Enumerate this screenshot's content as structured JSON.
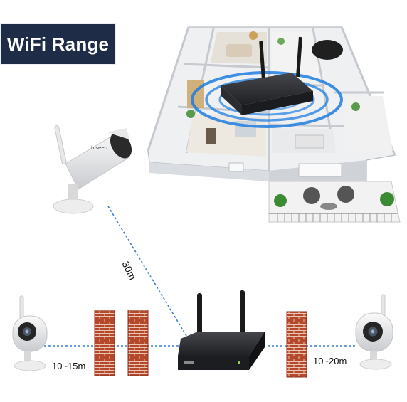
{
  "banner": {
    "title": "WiFi Range"
  },
  "distances": {
    "diagonal": "30m",
    "left": "10~15m",
    "right": "10~20m"
  },
  "colors": {
    "banner_bg": "#1e2c48",
    "banner_text": "#ffffff",
    "signal_ring": "#1e7de0",
    "dotted_line": "#3b7fd0",
    "brick": "#b5482b",
    "nvr": "#2a2b2e"
  },
  "icons": [
    "wifi-camera",
    "nvr-recorder",
    "brick-wall",
    "floor-plan"
  ]
}
